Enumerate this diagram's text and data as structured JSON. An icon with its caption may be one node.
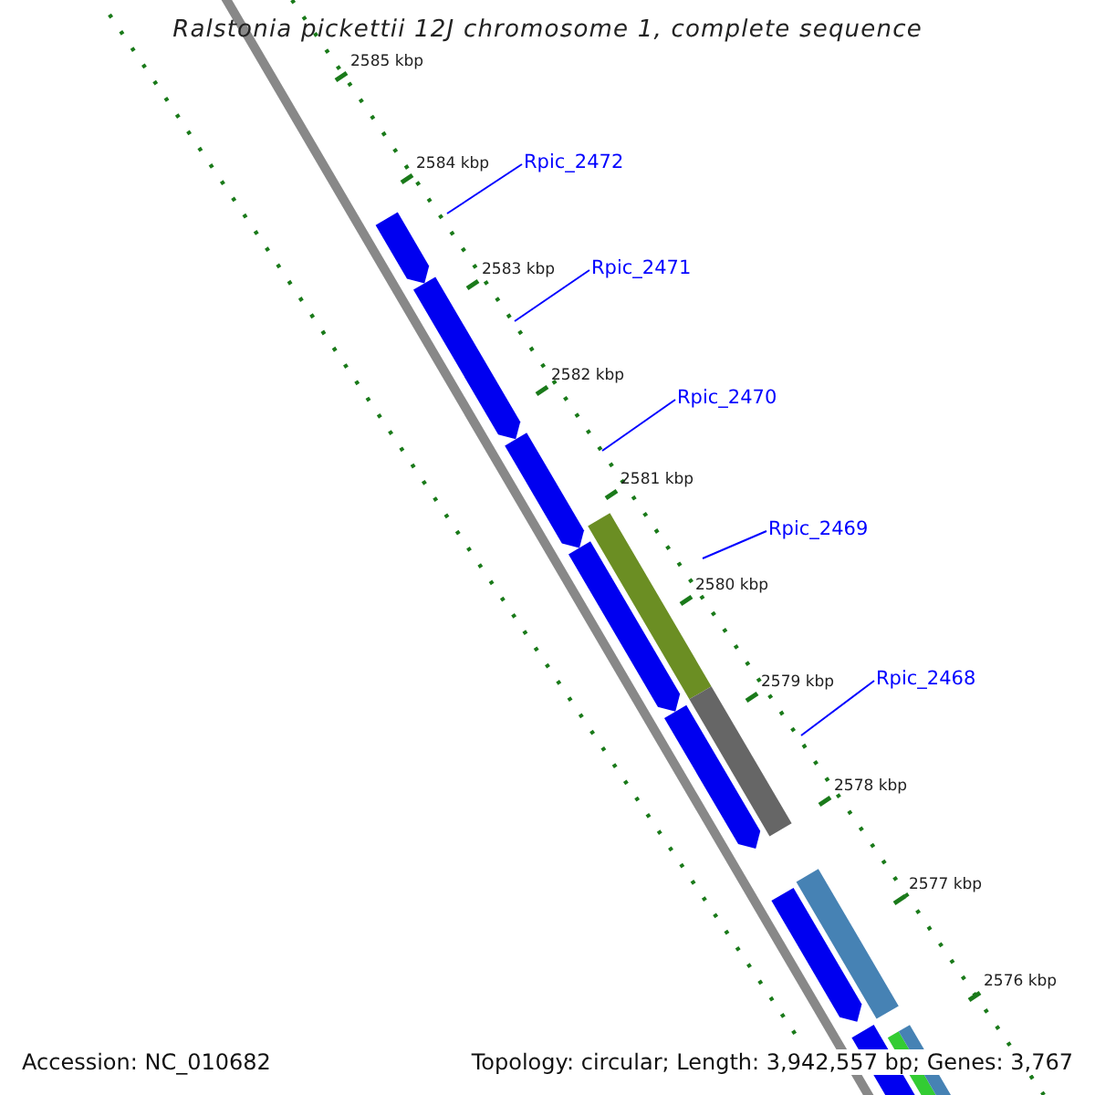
{
  "diagram": {
    "title": "Ralstonia pickettii 12J chromosome 1, complete sequence",
    "nodes": [
      {
        "text": [
          "Rpic_2472"
        ]
      },
      {
        "text": [
          "Rpic_2471"
        ]
      },
      {
        "text": [
          "Rpic_2470"
        ]
      },
      {
        "text": [
          "Rpic_2469"
        ]
      },
      {
        "text": [
          "Rpic_2468"
        ]
      }
    ],
    "edges": [
      {
        "from": 0,
        "to": null,
        "arrow": "none"
      },
      {
        "from": 1,
        "to": null,
        "arrow": "none"
      },
      {
        "from": 2,
        "to": null,
        "arrow": "none"
      },
      {
        "from": 3,
        "to": null,
        "arrow": "none"
      },
      {
        "from": 4,
        "to": null,
        "arrow": "none"
      }
    ],
    "labels": [
      "2585 kbp",
      "2584 kbp",
      "2583 kbp",
      "2582 kbp",
      "2581 kbp",
      "2580 kbp",
      "2579 kbp",
      "2578 kbp",
      "2577 kbp",
      "2576 kbp",
      "Accession: NC_010682",
      "Topology: circular; Length: 3,942,557 bp; Genes: 3,767"
    ]
  }
}
